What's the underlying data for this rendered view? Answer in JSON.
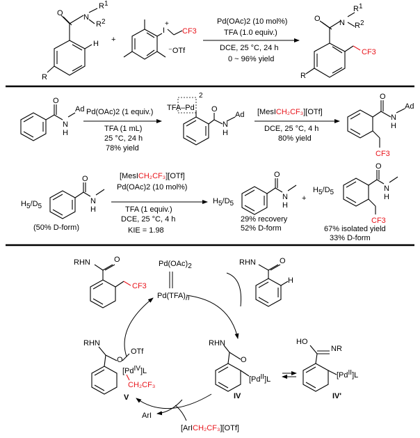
{
  "scheme1": {
    "reagent_iodonium": {
      "counterion": "OTf",
      "cf3": "CF3",
      "charge": "+"
    },
    "sub_r1": "R",
    "sub_r1_sup": "1",
    "sub_r2": "R",
    "sub_r2_sup": "2",
    "sub_n": "N",
    "sub_o": "O",
    "sub_h": "H",
    "sub_r": "R",
    "plus": "+",
    "conditions": [
      "Pd(OAc)2 (10 mol%)",
      "TFA (1.0 equiv.)",
      "DCE, 25 °C, 24 h",
      "0 ~ 96% yield"
    ],
    "product_cf3": "CF3"
  },
  "scheme2": {
    "sm_ad": "Ad",
    "conditions1": [
      "Pd(OAc)2 (1 equiv.)",
      "TFA (1 mL)",
      "25 °C, 24 h",
      "78% yield"
    ],
    "pallada_label": "TFA–Pd",
    "pallada_sup": "2",
    "reagent2": "[MesICH2CF3][OTf]",
    "conditions2": [
      "DCE, 25 °C, 4 h",
      "80% yield"
    ],
    "product_cf3": "CF3"
  },
  "scheme3": {
    "sm_label": "H5/D5",
    "sm_note": "(50% D-form)",
    "conditions": [
      "[MesICH2CF3][OTf]",
      "Pd(OAc)2 (10 mol%)",
      "TFA (1 equiv.)",
      "DCE, 25 °C, 4 h",
      "KIE = 1.98"
    ],
    "recovered_notes": [
      "29% recovery",
      "52% D-form"
    ],
    "product_notes": [
      "67% isolated yield",
      "33% D-form"
    ],
    "plus": "+"
  },
  "cycle": {
    "pd_oac": "Pd(OAc)2",
    "pd_tfa": "Pd(TFA)n",
    "rhn": "RHN",
    "intermediate_iv": "IV",
    "intermediate_iv_prime": "IV'",
    "intermediate_v": "V",
    "pd2_label": "[PdII]L",
    "pd4_label": "[PdIV]L",
    "otf": "OTf",
    "ch2cf3": "CH2CF3",
    "ho_nr": "HO",
    "nr": "NR",
    "ari": "ArI",
    "aryl_reagent": "[ArICH2CF3][OTf]",
    "product_cf3": "CF3"
  }
}
